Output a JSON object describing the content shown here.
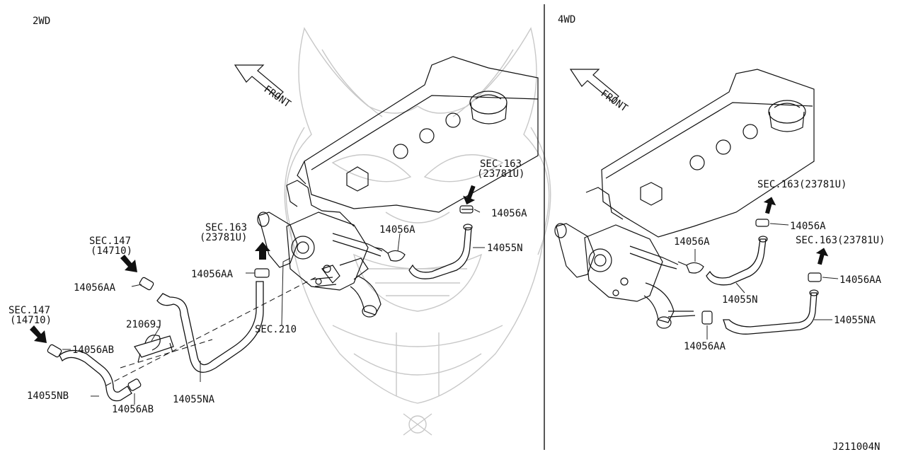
{
  "diagram": {
    "panels": {
      "left": {
        "title": "2WD"
      },
      "right": {
        "title": "4WD"
      }
    },
    "front_label": "FRONT",
    "left_labels": {
      "sec147_a": "SEC.147",
      "sec147_a_ref": "(14710)",
      "sec147_b": "SEC.147",
      "sec147_b_ref": "(14710)",
      "sec163_mid": "SEC.163",
      "sec163_mid_ref": "(23781U)",
      "sec163_top": "SEC.163",
      "sec163_top_ref": "(23781U)",
      "sec210": "SEC.210",
      "p14056A": "14056A",
      "p14056A_top": "14056A",
      "p14055N": "14055N",
      "p14056AA_mid": "14056AA",
      "p14056AA_left": "14056AA",
      "p21069J": "21069J",
      "p14056AB_upper": "14056AB",
      "p14056AB_lower": "14056AB",
      "p14055NB": "14055NB",
      "p14055NA": "14055NA"
    },
    "right_labels": {
      "sec163_a": "SEC.163(23781U)",
      "sec163_b": "SEC.163(23781U)",
      "p14056A_a": "14056A",
      "p14056A_b": "14056A",
      "p14055N": "14055N",
      "p14056AA_a": "14056AA",
      "p14056AA_b": "14056AA",
      "p14055NA": "14055NA"
    },
    "diagram_code": "J211004N"
  }
}
